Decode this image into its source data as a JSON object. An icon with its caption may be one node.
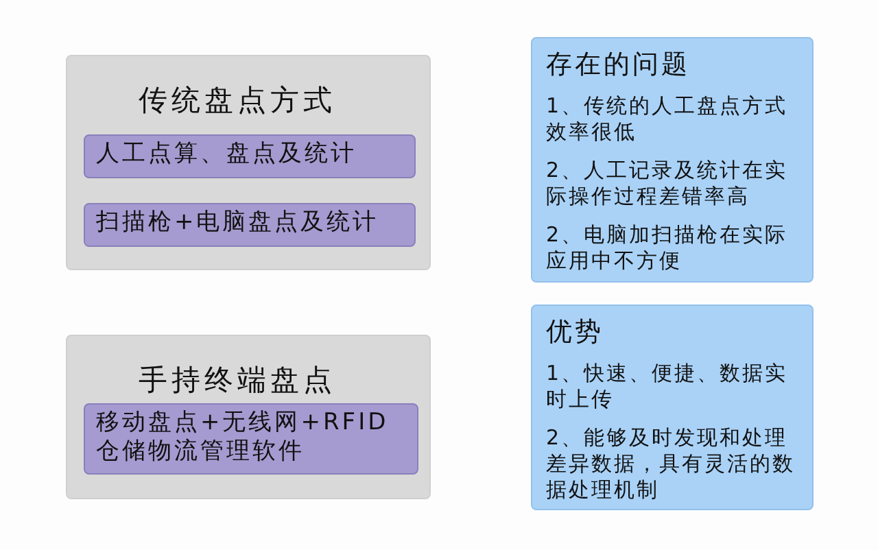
{
  "diagram": {
    "nodes": [
      {
        "text": [
          "传统盘点方式"
        ]
      },
      {
        "text": [
          "人工点算、盘点及统计"
        ],
        "in": 0
      },
      {
        "text": [
          "扫描枪+电脑盘点及统计"
        ],
        "in": 0
      },
      {
        "text": [
          "存在的问题",
          "1、传统的人工盘点方式效率很低",
          "2、人工记录及统计在实际操作过程差错率高",
          "2、电脑加扫描枪在实际应用中不方便"
        ]
      },
      {
        "text": [
          "手持终端盘点"
        ]
      },
      {
        "text": [
          "移动盘点+无线网+RFID仓储物流管理软件"
        ],
        "in": 4
      },
      {
        "text": [
          "优势",
          "1、快速、便捷、数据实时上传",
          "2、能够及时发现和处理差异数据，具有灵活的数据处理机制"
        ]
      }
    ]
  }
}
